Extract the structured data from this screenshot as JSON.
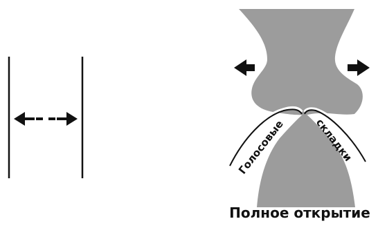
{
  "labels": {
    "fold_left": "Голосовые",
    "fold_right": "складки",
    "caption": "Полное открытие"
  },
  "colors": {
    "tissue": "#9c9c9c",
    "ink": "#111111",
    "background": "#ffffff"
  }
}
